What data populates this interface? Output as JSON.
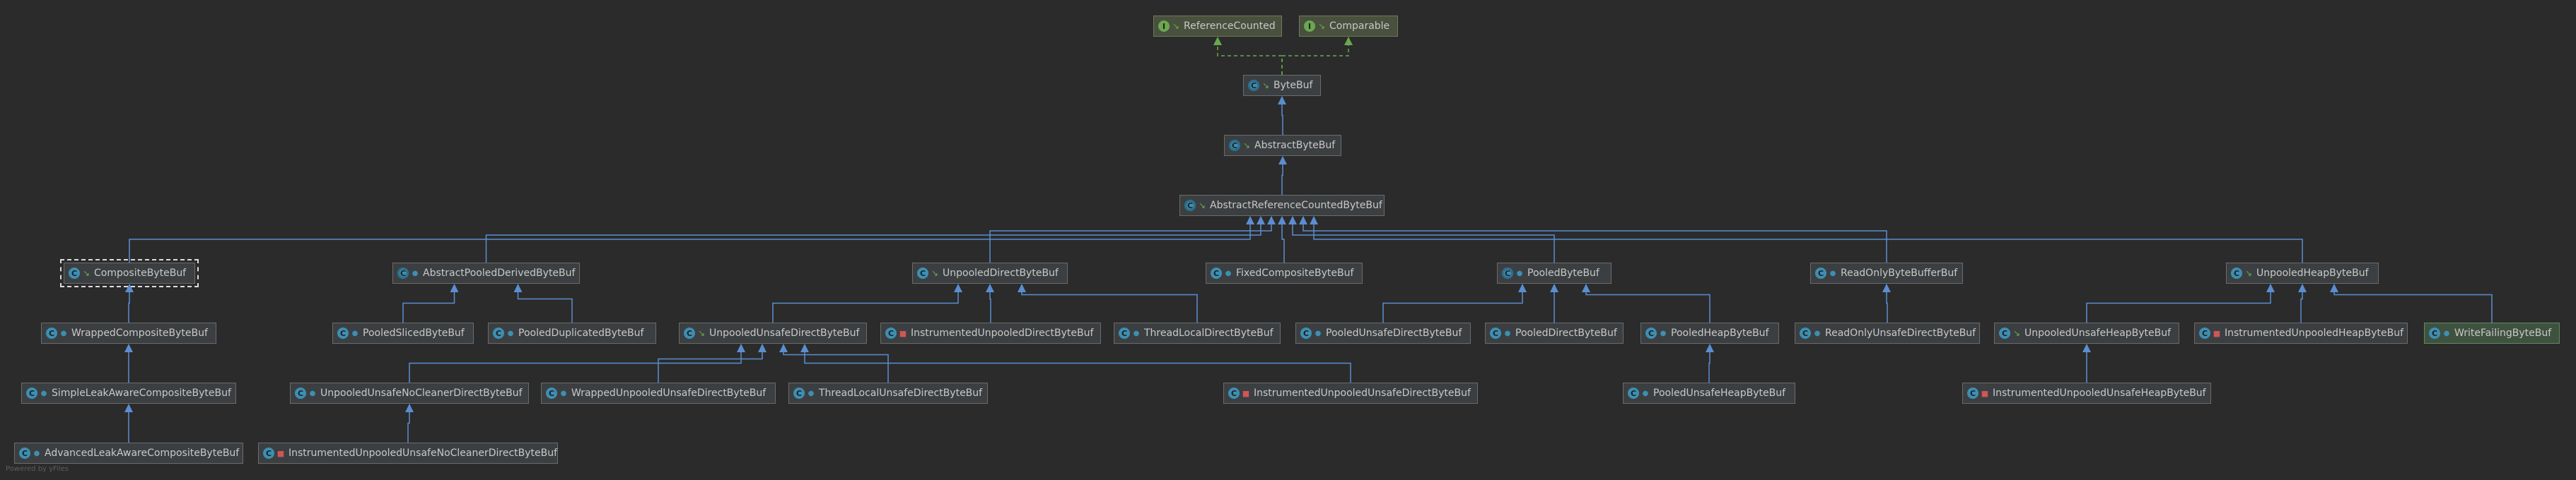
{
  "diagram": {
    "colors": {
      "background": "#2b2b2b",
      "extends_arrow": "#5b8ed1",
      "implements_arrow": "#6aa84f"
    },
    "nodes": {
      "reference-counted": {
        "label": "ReferenceCounted",
        "kind": "interface",
        "modifier": "public"
      },
      "comparable": {
        "label": "Comparable",
        "kind": "interface",
        "modifier": "public"
      },
      "byte-buf": {
        "label": "ByteBuf",
        "kind": "abstract-class",
        "modifier": "public"
      },
      "abstract-byte-buf": {
        "label": "AbstractByteBuf",
        "kind": "abstract-class",
        "modifier": "public"
      },
      "abstract-reference-counted-byte-buf": {
        "label": "AbstractReferenceCountedByteBuf",
        "kind": "abstract-class",
        "modifier": "public"
      },
      "composite-byte-buf": {
        "label": "CompositeByteBuf",
        "kind": "class",
        "modifier": "public",
        "selected": true
      },
      "abstract-pooled-derived-byte-buf": {
        "label": "AbstractPooledDerivedByteBuf",
        "kind": "abstract-class",
        "modifier": "package-private"
      },
      "unpooled-direct-byte-buf": {
        "label": "UnpooledDirectByteBuf",
        "kind": "class",
        "modifier": "public"
      },
      "fixed-composite-byte-buf": {
        "label": "FixedCompositeByteBuf",
        "kind": "class",
        "modifier": "package-private"
      },
      "pooled-byte-buf": {
        "label": "PooledByteBuf",
        "kind": "abstract-class",
        "modifier": "package-private"
      },
      "read-only-byte-buffer-buf": {
        "label": "ReadOnlyByteBufferBuf",
        "kind": "class",
        "modifier": "package-private"
      },
      "unpooled-heap-byte-buf": {
        "label": "UnpooledHeapByteBuf",
        "kind": "class",
        "modifier": "public"
      },
      "wrapped-composite-byte-buf": {
        "label": "WrappedCompositeByteBuf",
        "kind": "class",
        "modifier": "package-private"
      },
      "pooled-sliced-byte-buf": {
        "label": "PooledSlicedByteBuf",
        "kind": "class",
        "modifier": "package-private"
      },
      "pooled-duplicated-byte-buf": {
        "label": "PooledDuplicatedByteBuf",
        "kind": "class",
        "modifier": "package-private"
      },
      "unpooled-unsafe-direct-byte-buf": {
        "label": "UnpooledUnsafeDirectByteBuf",
        "kind": "class",
        "modifier": "public"
      },
      "instrumented-unpooled-direct-byte-buf": {
        "label": "InstrumentedUnpooledDirectByteBuf",
        "kind": "class",
        "modifier": "private"
      },
      "thread-local-direct-byte-buf": {
        "label": "ThreadLocalDirectByteBuf",
        "kind": "class",
        "modifier": "package-private"
      },
      "pooled-unsafe-direct-byte-buf": {
        "label": "PooledUnsafeDirectByteBuf",
        "kind": "class",
        "modifier": "package-private"
      },
      "pooled-direct-byte-buf": {
        "label": "PooledDirectByteBuf",
        "kind": "class",
        "modifier": "package-private"
      },
      "pooled-heap-byte-buf": {
        "label": "PooledHeapByteBuf",
        "kind": "class",
        "modifier": "package-private"
      },
      "read-only-unsafe-direct-byte-buf": {
        "label": "ReadOnlyUnsafeDirectByteBuf",
        "kind": "class",
        "modifier": "package-private"
      },
      "unpooled-unsafe-heap-byte-buf": {
        "label": "UnpooledUnsafeHeapByteBuf",
        "kind": "class",
        "modifier": "public"
      },
      "instrumented-unpooled-heap-byte-buf": {
        "label": "InstrumentedUnpooledHeapByteBuf",
        "kind": "class",
        "modifier": "private"
      },
      "write-failing-byte-buf": {
        "label": "WriteFailingByteBuf",
        "kind": "class",
        "modifier": "package-private",
        "highlight": true
      },
      "simple-leak-aware-composite-byte-buf": {
        "label": "SimpleLeakAwareCompositeByteBuf",
        "kind": "class",
        "modifier": "package-private"
      },
      "unpooled-unsafe-no-cleaner-direct-byte-buf": {
        "label": "UnpooledUnsafeNoCleanerDirectByteBuf",
        "kind": "class",
        "modifier": "package-private"
      },
      "wrapped-unpooled-unsafe-direct-byte-buf": {
        "label": "WrappedUnpooledUnsafeDirectByteBuf",
        "kind": "class",
        "modifier": "package-private"
      },
      "thread-local-unsafe-direct-byte-buf": {
        "label": "ThreadLocalUnsafeDirectByteBuf",
        "kind": "class",
        "modifier": "package-private"
      },
      "instrumented-unpooled-unsafe-direct-byte-buf": {
        "label": "InstrumentedUnpooledUnsafeDirectByteBuf",
        "kind": "class",
        "modifier": "private"
      },
      "pooled-unsafe-heap-byte-buf": {
        "label": "PooledUnsafeHeapByteBuf",
        "kind": "class",
        "modifier": "package-private"
      },
      "instrumented-unpooled-unsafe-heap-byte-buf": {
        "label": "InstrumentedUnpooledUnsafeHeapByteBuf",
        "kind": "class",
        "modifier": "private"
      },
      "advanced-leak-aware-composite-byte-buf": {
        "label": "AdvancedLeakAwareCompositeByteBuf",
        "kind": "class",
        "modifier": "package-private"
      },
      "instrumented-unpooled-unsafe-no-cleaner-direct-byte-buf": {
        "label": "InstrumentedUnpooledUnsafeNoCleanerDirectByteBuf",
        "kind": "class",
        "modifier": "private"
      }
    },
    "edges": [
      {
        "from": "byte-buf",
        "to": "reference-counted",
        "type": "implements"
      },
      {
        "from": "byte-buf",
        "to": "comparable",
        "type": "implements"
      },
      {
        "from": "abstract-byte-buf",
        "to": "byte-buf",
        "type": "extends"
      },
      {
        "from": "abstract-reference-counted-byte-buf",
        "to": "abstract-byte-buf",
        "type": "extends"
      },
      {
        "from": "composite-byte-buf",
        "to": "abstract-reference-counted-byte-buf",
        "type": "extends"
      },
      {
        "from": "abstract-pooled-derived-byte-buf",
        "to": "abstract-reference-counted-byte-buf",
        "type": "extends"
      },
      {
        "from": "unpooled-direct-byte-buf",
        "to": "abstract-reference-counted-byte-buf",
        "type": "extends"
      },
      {
        "from": "fixed-composite-byte-buf",
        "to": "abstract-reference-counted-byte-buf",
        "type": "extends"
      },
      {
        "from": "pooled-byte-buf",
        "to": "abstract-reference-counted-byte-buf",
        "type": "extends"
      },
      {
        "from": "read-only-byte-buffer-buf",
        "to": "abstract-reference-counted-byte-buf",
        "type": "extends"
      },
      {
        "from": "unpooled-heap-byte-buf",
        "to": "abstract-reference-counted-byte-buf",
        "type": "extends"
      },
      {
        "from": "wrapped-composite-byte-buf",
        "to": "composite-byte-buf",
        "type": "extends"
      },
      {
        "from": "simple-leak-aware-composite-byte-buf",
        "to": "wrapped-composite-byte-buf",
        "type": "extends"
      },
      {
        "from": "advanced-leak-aware-composite-byte-buf",
        "to": "simple-leak-aware-composite-byte-buf",
        "type": "extends"
      },
      {
        "from": "pooled-sliced-byte-buf",
        "to": "abstract-pooled-derived-byte-buf",
        "type": "extends"
      },
      {
        "from": "pooled-duplicated-byte-buf",
        "to": "abstract-pooled-derived-byte-buf",
        "type": "extends"
      },
      {
        "from": "unpooled-unsafe-direct-byte-buf",
        "to": "unpooled-direct-byte-buf",
        "type": "extends"
      },
      {
        "from": "instrumented-unpooled-direct-byte-buf",
        "to": "unpooled-direct-byte-buf",
        "type": "extends"
      },
      {
        "from": "thread-local-direct-byte-buf",
        "to": "unpooled-direct-byte-buf",
        "type": "extends"
      },
      {
        "from": "unpooled-unsafe-no-cleaner-direct-byte-buf",
        "to": "unpooled-unsafe-direct-byte-buf",
        "type": "extends"
      },
      {
        "from": "wrapped-unpooled-unsafe-direct-byte-buf",
        "to": "unpooled-unsafe-direct-byte-buf",
        "type": "extends"
      },
      {
        "from": "thread-local-unsafe-direct-byte-buf",
        "to": "unpooled-unsafe-direct-byte-buf",
        "type": "extends"
      },
      {
        "from": "instrumented-unpooled-unsafe-direct-byte-buf",
        "to": "unpooled-unsafe-direct-byte-buf",
        "type": "extends"
      },
      {
        "from": "instrumented-unpooled-unsafe-no-cleaner-direct-byte-buf",
        "to": "unpooled-unsafe-no-cleaner-direct-byte-buf",
        "type": "extends"
      },
      {
        "from": "pooled-unsafe-direct-byte-buf",
        "to": "pooled-byte-buf",
        "type": "extends"
      },
      {
        "from": "pooled-direct-byte-buf",
        "to": "pooled-byte-buf",
        "type": "extends"
      },
      {
        "from": "pooled-heap-byte-buf",
        "to": "pooled-byte-buf",
        "type": "extends"
      },
      {
        "from": "pooled-unsafe-heap-byte-buf",
        "to": "pooled-heap-byte-buf",
        "type": "extends"
      },
      {
        "from": "read-only-unsafe-direct-byte-buf",
        "to": "read-only-byte-buffer-buf",
        "type": "extends"
      },
      {
        "from": "unpooled-unsafe-heap-byte-buf",
        "to": "unpooled-heap-byte-buf",
        "type": "extends"
      },
      {
        "from": "instrumented-unpooled-heap-byte-buf",
        "to": "unpooled-heap-byte-buf",
        "type": "extends"
      },
      {
        "from": "write-failing-byte-buf",
        "to": "unpooled-heap-byte-buf",
        "type": "extends"
      },
      {
        "from": "instrumented-unpooled-unsafe-heap-byte-buf",
        "to": "unpooled-unsafe-heap-byte-buf",
        "type": "extends"
      }
    ],
    "watermark": "Powered by yFiles"
  }
}
